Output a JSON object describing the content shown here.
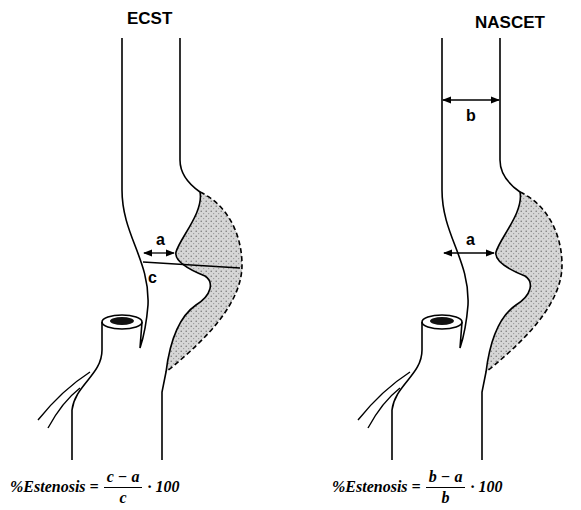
{
  "diagram": {
    "labels": [
      "ECST",
      "NASCET",
      "a",
      "c",
      "b",
      "a",
      "%Estenosis =",
      "c − a",
      "c",
      "· 100",
      "%Estenosis =",
      "b − a",
      "b",
      "· 100"
    ]
  }
}
